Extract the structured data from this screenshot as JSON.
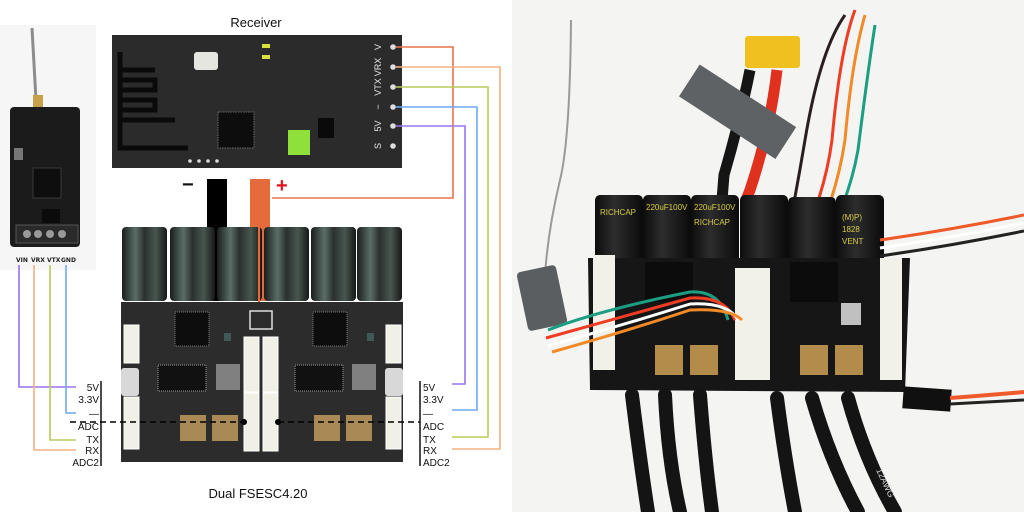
{
  "diagram": {
    "receiver_title": "Receiver",
    "esc_title": "Dual FSESC4.20",
    "power_minus": "−",
    "power_plus": "+",
    "receiver_pins": [
      "V",
      "VRX",
      "VTX",
      "−",
      "5V",
      "S"
    ],
    "small_receiver_pins": [
      "VIN",
      "VRX",
      "VTX",
      "GND"
    ],
    "esc_port_labels_left": [
      "5V",
      "3.3V",
      "—",
      "ADC",
      "TX",
      "RX",
      "ADC2"
    ],
    "esc_port_labels_right": [
      "5V",
      "3.3V",
      "—",
      "ADC",
      "TX",
      "RX",
      "ADC2"
    ],
    "wire_colors": {
      "v": "#e8734a",
      "vrx": "#f5b184",
      "vtx": "#b6cc5a",
      "gnd": "#6fa9f0",
      "5v": "#9a72f0",
      "battery_plus": "#e66b3c",
      "battery_minus": "#000000"
    },
    "connections_left": [
      {
        "from": "VIN",
        "to": "5V"
      },
      {
        "from": "GND",
        "to": "—"
      },
      {
        "from": "VTX",
        "to": "TX"
      },
      {
        "from": "VRX",
        "to": "RX"
      }
    ],
    "connections_right": [
      {
        "from": "5V",
        "to": "5V"
      },
      {
        "from": "−",
        "to": "—"
      },
      {
        "from": "VTX",
        "to": "TX"
      },
      {
        "from": "VRX",
        "to": "RX"
      },
      {
        "from": "V",
        "to": "+"
      }
    ]
  },
  "photo": {
    "capacitor_labels": [
      "RICHCAP",
      "220uF100V",
      "RICHCAP",
      "220uF100V",
      "(M)P)",
      "1828",
      "VENT"
    ],
    "cable_label": "12AWG"
  }
}
